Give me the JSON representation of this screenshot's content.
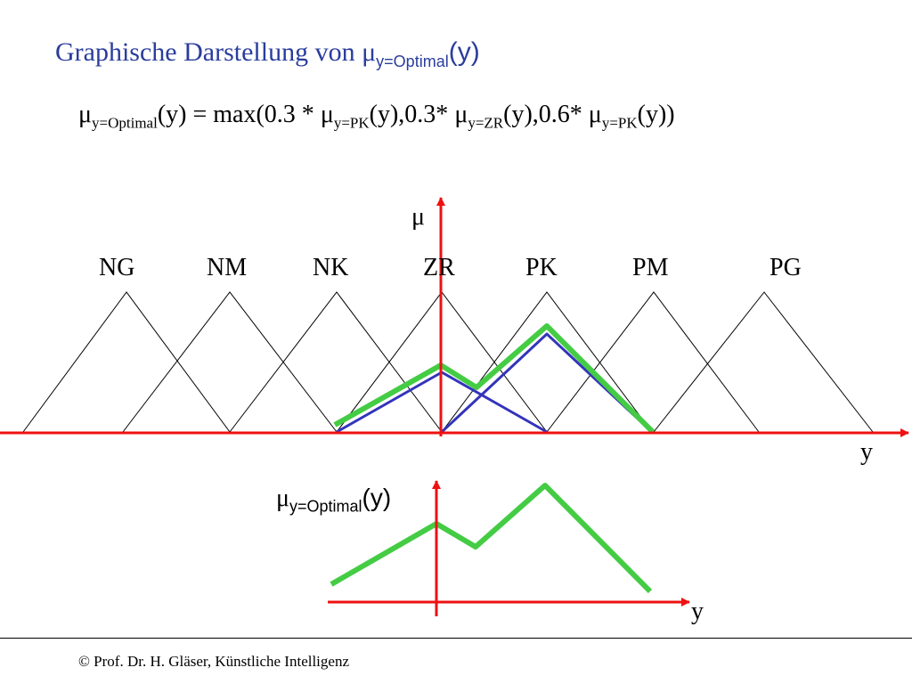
{
  "title": {
    "text": "Graphische Darstellung von ",
    "mu": "μ",
    "sub": "y=Optimal",
    "arg": "(y)"
  },
  "formula": {
    "mu": "μ",
    "lhs_sub": "y=Optimal",
    "eq": "(y) = max(0.3 * ",
    "t1_sub": "y=PK",
    "mid1": "(y),0.3* ",
    "t2_sub": "y=ZR",
    "mid2": "(y),0.6* ",
    "t3_sub": "y=PK",
    "end": "(y))"
  },
  "upper_axis": {
    "y_label": "μ",
    "x_label": "y"
  },
  "sets": [
    "NG",
    "NM",
    "NK",
    "ZR",
    "PK",
    "PM",
    "PG"
  ],
  "lower_axis": {
    "mu": "μ",
    "sub": "y=Optimal",
    "arg": "(y)",
    "x_label": "y"
  },
  "colors": {
    "axis": "#ee1111",
    "result": "#44cc44",
    "clipped": "#3333bb",
    "title": "#2a3d9c"
  },
  "footer": "© Prof. Dr. H. Gläser, Künstliche Intelligenz"
}
